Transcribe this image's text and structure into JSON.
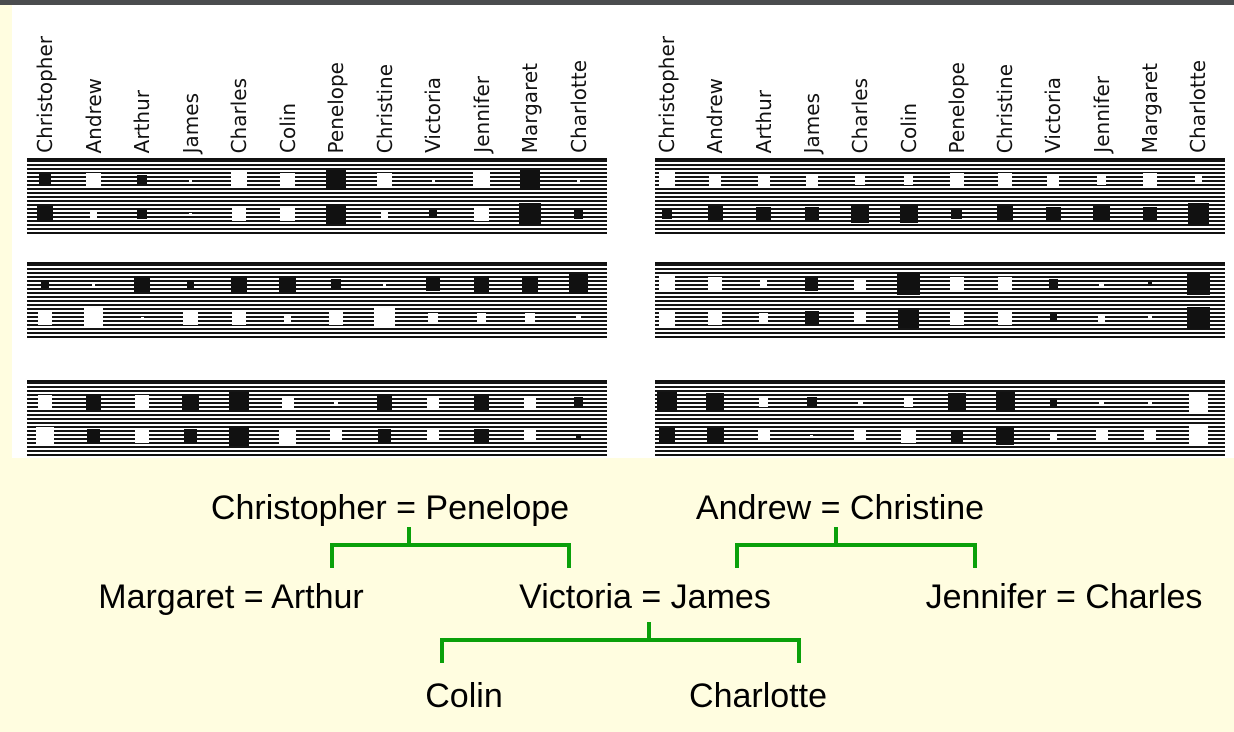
{
  "people_labels": [
    "Christopher",
    "Andrew",
    "Arthur",
    "James",
    "Charles",
    "Colin",
    "Penelope",
    "Christine",
    "Victoria",
    "Jennifer",
    "Margaret",
    "Charlotte"
  ],
  "weight_diagrams": [
    {
      "name": "left",
      "bands": [
        [
          [
            -0.5,
            0.6,
            -0.45,
            0.1,
            0.7,
            0.6,
            -0.8,
            0.6,
            0.1,
            0.7,
            -0.8,
            0.1
          ],
          [
            -0.65,
            0.3,
            -0.45,
            0.1,
            0.6,
            0.6,
            -0.85,
            0.3,
            -0.35,
            0.6,
            -0.9,
            -0.4
          ]
        ],
        [
          [
            -0.35,
            0.1,
            -0.7,
            -0.3,
            -0.65,
            -0.7,
            -0.45,
            0.1,
            -0.6,
            -0.65,
            -0.65,
            -0.8
          ],
          [
            0.6,
            0.8,
            0.1,
            0.6,
            0.6,
            0.3,
            0.6,
            0.85,
            0.4,
            0.4,
            0.4,
            0.2
          ]
        ],
        [
          [
            0.6,
            -0.65,
            0.6,
            -0.7,
            -0.85,
            0.5,
            0.2,
            -0.65,
            0.5,
            -0.65,
            0.5,
            -0.4
          ],
          [
            0.75,
            -0.55,
            0.6,
            -0.55,
            -0.8,
            0.7,
            0.5,
            -0.55,
            0.5,
            -0.6,
            0.5,
            -0.2
          ]
        ]
      ]
    },
    {
      "name": "right",
      "bands": [
        [
          [
            0.7,
            0.5,
            0.5,
            0.5,
            0.4,
            0.4,
            0.6,
            0.6,
            0.5,
            0.4,
            0.6,
            0.3
          ],
          [
            -0.4,
            -0.65,
            -0.6,
            -0.6,
            -0.75,
            -0.75,
            -0.45,
            -0.65,
            -0.6,
            -0.7,
            -0.55,
            -0.9
          ]
        ],
        [
          [
            0.7,
            0.6,
            0.3,
            -0.55,
            0.5,
            -0.95,
            0.6,
            0.6,
            -0.4,
            0.2,
            -0.2,
            -0.95
          ],
          [
            0.7,
            0.6,
            0.4,
            -0.6,
            0.5,
            -0.85,
            0.6,
            0.6,
            -0.3,
            0.3,
            0.2,
            -0.95
          ]
        ],
        [
          [
            -0.8,
            -0.75,
            0.4,
            -0.4,
            0.2,
            0.4,
            -0.75,
            -0.8,
            -0.3,
            0.2,
            0.2,
            0.8
          ],
          [
            -0.65,
            -0.7,
            0.5,
            0.1,
            0.5,
            0.6,
            -0.5,
            -0.75,
            0.3,
            0.5,
            0.5,
            0.8
          ]
        ]
      ]
    }
  ],
  "family_tree": {
    "couple_1": "Christopher = Penelope",
    "couple_2": "Andrew = Christine",
    "couple_3": "Margaret = Arthur",
    "couple_4": "Victoria = James",
    "couple_5": "Jennifer = Charles",
    "child_1": "Colin",
    "child_2": "Charlotte"
  },
  "colors": {
    "tree_line": "#0aa00a",
    "background": "#fffde0"
  }
}
